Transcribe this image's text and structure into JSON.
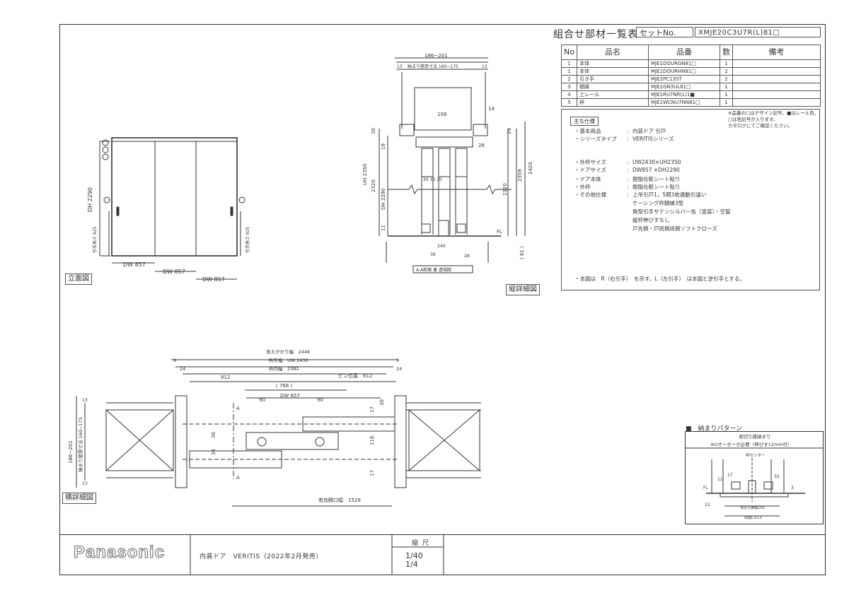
{
  "parts_table": {
    "title": "組合せ部材一覧表",
    "set_label": "セットNo.",
    "set_number": "XMJE20C3U7R(L)81□",
    "headers": [
      "No",
      "品名",
      "品番",
      "数",
      "備考"
    ],
    "rows": [
      {
        "no": "1",
        "name": "本体",
        "code": "MJE1DOURGN81□",
        "qty": "1",
        "note": ""
      },
      {
        "no": "1",
        "name": "本体",
        "code": "MJE1DOURHN81□",
        "qty": "2",
        "note": ""
      },
      {
        "no": "2",
        "name": "引き手",
        "code": "MJE2PC13ST",
        "qty": "2",
        "note": ""
      },
      {
        "no": "3",
        "name": "額縁",
        "code": "MJE1GN3UL81□",
        "qty": "1",
        "note": ""
      },
      {
        "no": "4",
        "name": "上レール",
        "code": "MJE1RU7NR(L)1■",
        "qty": "1",
        "note": ""
      },
      {
        "no": "5",
        "name": "枠",
        "code": "MJE1WCNU7NN81□",
        "qty": "1",
        "note": ""
      }
    ]
  },
  "specs": {
    "heading": "主な仕様",
    "note_lines": [
      "※品番の□はデザイン記号、■はレール色、",
      "□は色記号が入ります。",
      "カタログにてご確認ください。"
    ],
    "rows": [
      {
        "key": "・基本商品",
        "value": "内装ドア 引戸"
      },
      {
        "key": "・シリーズタイプ",
        "value": "VERITISシリーズ"
      },
      {
        "key": "・外枠サイズ",
        "value": "UW2430×UH2350"
      },
      {
        "key": "・ドアサイズ",
        "value": "DW857 ×DH2290"
      },
      {
        "key": "・ドア本体",
        "value": "樹脂化粧シート貼り"
      },
      {
        "key": "・外枠",
        "value": "樹脂化粧シート貼り"
      },
      {
        "key": "・その他仕様",
        "value": "上吊引戸1，5間3枚連動引違い"
      }
    ],
    "extra_lines": [
      "ケーシング枠額縁3型",
      "角型引手サテンシルバー色（塗装）・空錠",
      "縦枠伸びすなし",
      "戸先側・戸尻側両側ソフトクローズ"
    ],
    "footnote": "・本図は　R（右引手）　を示す。L（左引手）　は本図と逆引手とする。"
  },
  "views": {
    "elevation": "立面図",
    "vertical_section": "縦詳細図",
    "horizontal_section": "横詳細図",
    "pattern_title": "■　納まりパターン",
    "pattern_sub1": "見切り縁納まり",
    "pattern_sub2": "※Uオーダーが必要（伸びす12mm付）"
  },
  "elevation_dims": {
    "dw1": "DW 857",
    "dw2": "DW 857",
    "dw3": "DW 857",
    "dh": "DH 2290",
    "handle_left": "引手高さ 925",
    "handle_right": "引手高さ 925"
  },
  "vertical_dims": {
    "top": "186~201",
    "wall": "納まり壁厚寸法 160~175",
    "d13a": "13",
    "d13b": "13",
    "d109": "109",
    "d14": "14",
    "d30": "30",
    "d19": "19",
    "d26": "26",
    "d24": "24",
    "uh": "UH 2350",
    "d2320": "2320",
    "d2290": "DH 2290",
    "d2359": "2359",
    "d2420": "2420",
    "d2320b": "2320",
    "d11": "11",
    "d61": "( 61 )",
    "fl": "FL",
    "d30s": "30 30 30",
    "d24x": "24X",
    "d36": "36",
    "d28": "28",
    "section": "A-A断面 兼 透視図"
  },
  "horizontal_dims": {
    "d2448": "見えがかり幅　2448",
    "uw": "枠外幅　UW 2430",
    "d2382": "枠内幅　2382",
    "d9a": "9",
    "d9b": "9",
    "d24a": "24",
    "d24b": "24",
    "d812a": "812",
    "d766": "( 766 )",
    "pin": "ピン位置　812",
    "dw": "DW 857",
    "d90a": "90",
    "d90b": "90",
    "d17": "17",
    "d30": "30",
    "d36a": "36",
    "d36b": "36",
    "d116": "116",
    "d17b": "17",
    "d1529": "有効開口幅　1529",
    "d186": "186~201",
    "wall": "納まり壁厚寸法 160~175",
    "d13a": "13",
    "d13b": "13",
    "a1": "A",
    "a2": "A"
  },
  "pattern_dims": {
    "center": "枠センター",
    "d11": "11",
    "d17": "17",
    "d32": "32",
    "fl": "FL",
    "d3": "3",
    "d12": "12",
    "w109": "見切り縁幅109",
    "w113": "床開口113"
  },
  "footer": {
    "brand": "Panasonic",
    "product": "内装ドア　VERITIS（2022年2月発売）",
    "scale_label": "縮尺",
    "scale1": "1/40",
    "scale2": "1/4"
  }
}
